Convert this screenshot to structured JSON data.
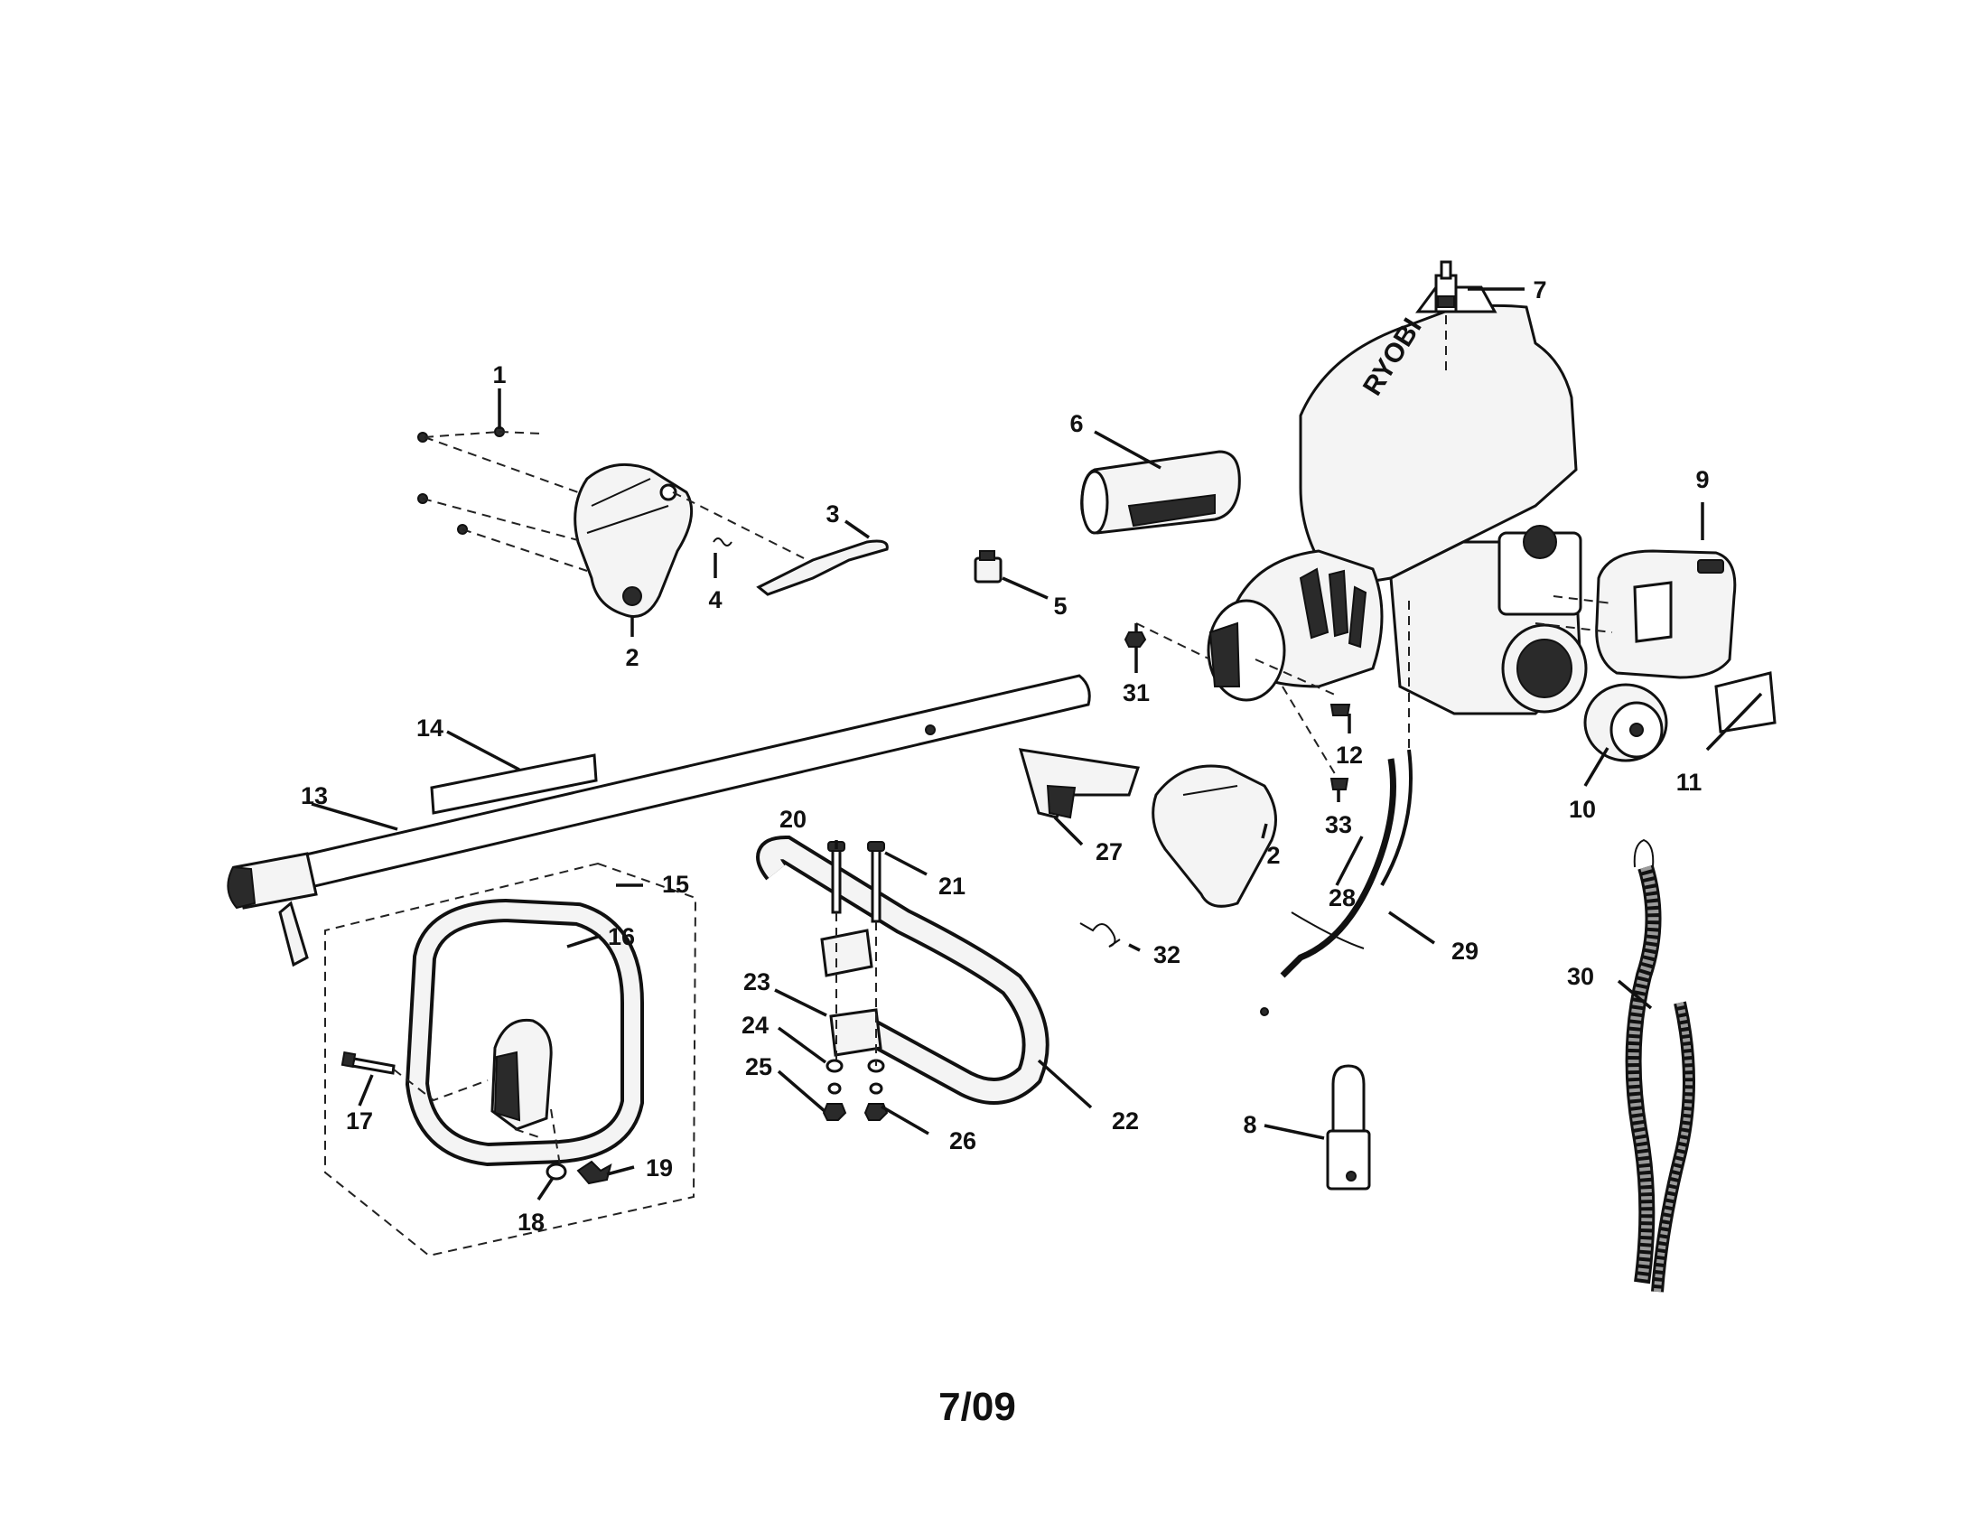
{
  "callouts": [
    "1",
    "2",
    "3",
    "4",
    "5",
    "6",
    "7",
    "8",
    "9",
    "10",
    "11",
    "12",
    "13",
    "14",
    "15",
    "16",
    "17",
    "18",
    "19",
    "20",
    "21",
    "22",
    "23",
    "24",
    "25",
    "26",
    "27",
    "28",
    "29",
    "30",
    "31",
    "32",
    "33"
  ],
  "brand_mark": "RYOBI",
  "footer_code": "7/09"
}
